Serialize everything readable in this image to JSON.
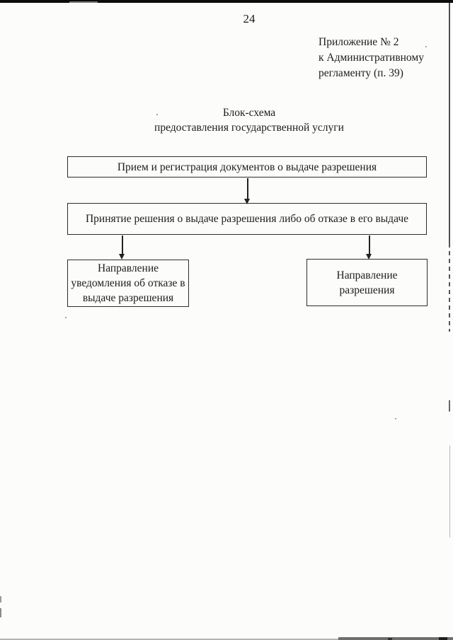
{
  "page": {
    "number": "24",
    "appendix": [
      "Приложение № 2",
      "к Административному",
      "регламенту (п. 39)"
    ],
    "title_lines": [
      "Блок-схема",
      "предоставления государственной услуги"
    ]
  },
  "flowchart": {
    "box1": "Прием и регистрация документов о выдаче разрешения",
    "box2": "Принятие решения о выдаче разрешения либо об отказе в его выдаче",
    "box3_lines": [
      "Направление",
      "уведомления об отказе в",
      "выдаче разрешения"
    ],
    "box4_lines": [
      "Направление",
      "разрешения"
    ]
  },
  "colors": {
    "ink": "#1c1c1c",
    "paper": "#fcfcfb",
    "box_border": "#2c2c2c",
    "artifact_dark": "#0b0b0b",
    "artifact_gray": "#6e6e6e"
  }
}
